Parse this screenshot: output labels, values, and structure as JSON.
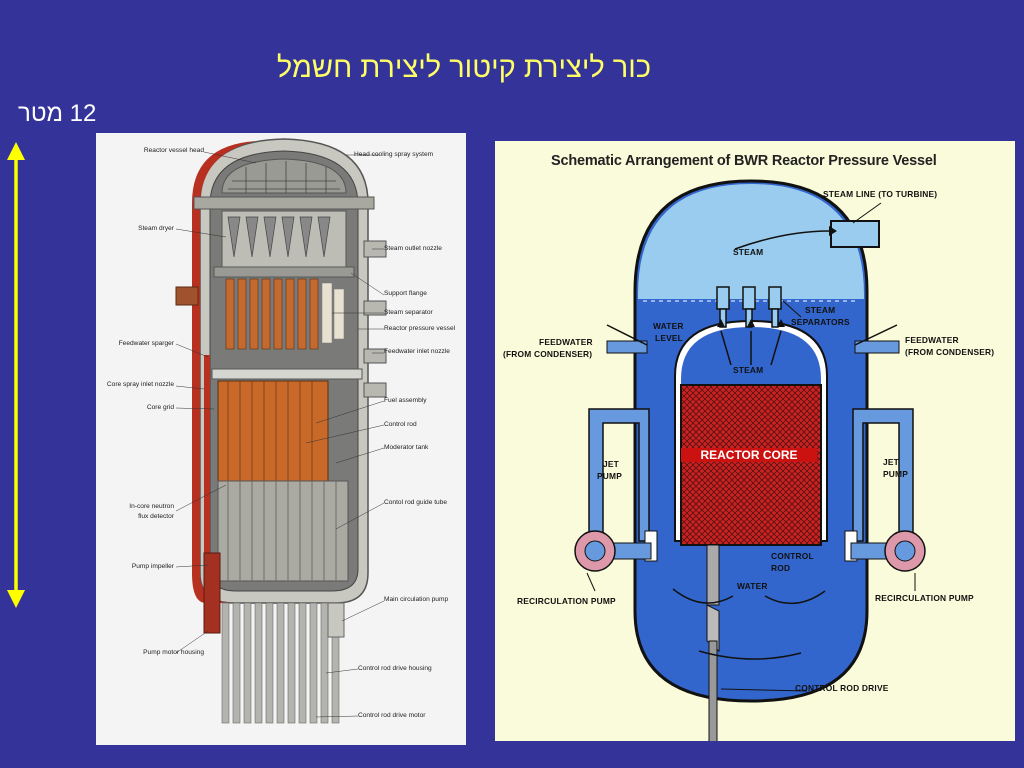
{
  "slide": {
    "title": "כור ליצירת קיטור ליצירת חשמל",
    "height_label": "12 מטר",
    "background_color": "#333399",
    "title_color": "#ffff66",
    "arrow_color": "#ffff00"
  },
  "cutaway": {
    "labels_left": [
      "Reactor vessel head",
      "Steam dryer",
      "Feedwater sparger",
      "Core spray inlet nozzle",
      "Core grid",
      "In-core neutron",
      "flux detector",
      "Pump impeller",
      "Pump motor housing"
    ],
    "labels_right": [
      "Head cooling spray system",
      "Steam outlet nozzle",
      "Support flange",
      "Steam separator",
      "Reactor pressure vessel",
      "Feedwater inlet nozzle",
      "Fuel assembly",
      "Control rod",
      "Moderator tank",
      "Contol rod guide tube",
      "Main circulation pump",
      "Control rod drive housing",
      "Control rod drive motor"
    ]
  },
  "schematic": {
    "title": "Schematic Arrangement of BWR Reactor Pressure Vessel",
    "labels": {
      "steam_line": "STEAM LINE (TO TURBINE)",
      "steam": "STEAM",
      "water_level_1": "WATER",
      "water_level_2": "LEVEL",
      "steam_separators_1": "STEAM",
      "steam_separators_2": "SEPARATORS",
      "feedwater_left_1": "FEEDWATER",
      "feedwater_left_2": "(FROM CONDENSER)",
      "feedwater_right_1": "FEEDWATER",
      "feedwater_right_2": "(FROM CONDENSER)",
      "steam_inner": "STEAM",
      "reactor_core": "REACTOR CORE",
      "jet_pump_left_1": "JET",
      "jet_pump_left_2": "PUMP",
      "jet_pump_right_1": "JET",
      "jet_pump_right_2": "PUMP",
      "control_rod_1": "CONTROL",
      "control_rod_2": "ROD",
      "water": "WATER",
      "recirc_left": "RECIRCULATION PUMP",
      "recirc_right": "RECIRCULATION PUMP",
      "control_rod_drive": "CONTROL ROD DRIVE"
    },
    "colors": {
      "steam_dome": "#99ccee",
      "water": "#3366cc",
      "core": "#cc2222",
      "pump": "#dd99aa",
      "inner_shroud": "#ffffff"
    }
  }
}
